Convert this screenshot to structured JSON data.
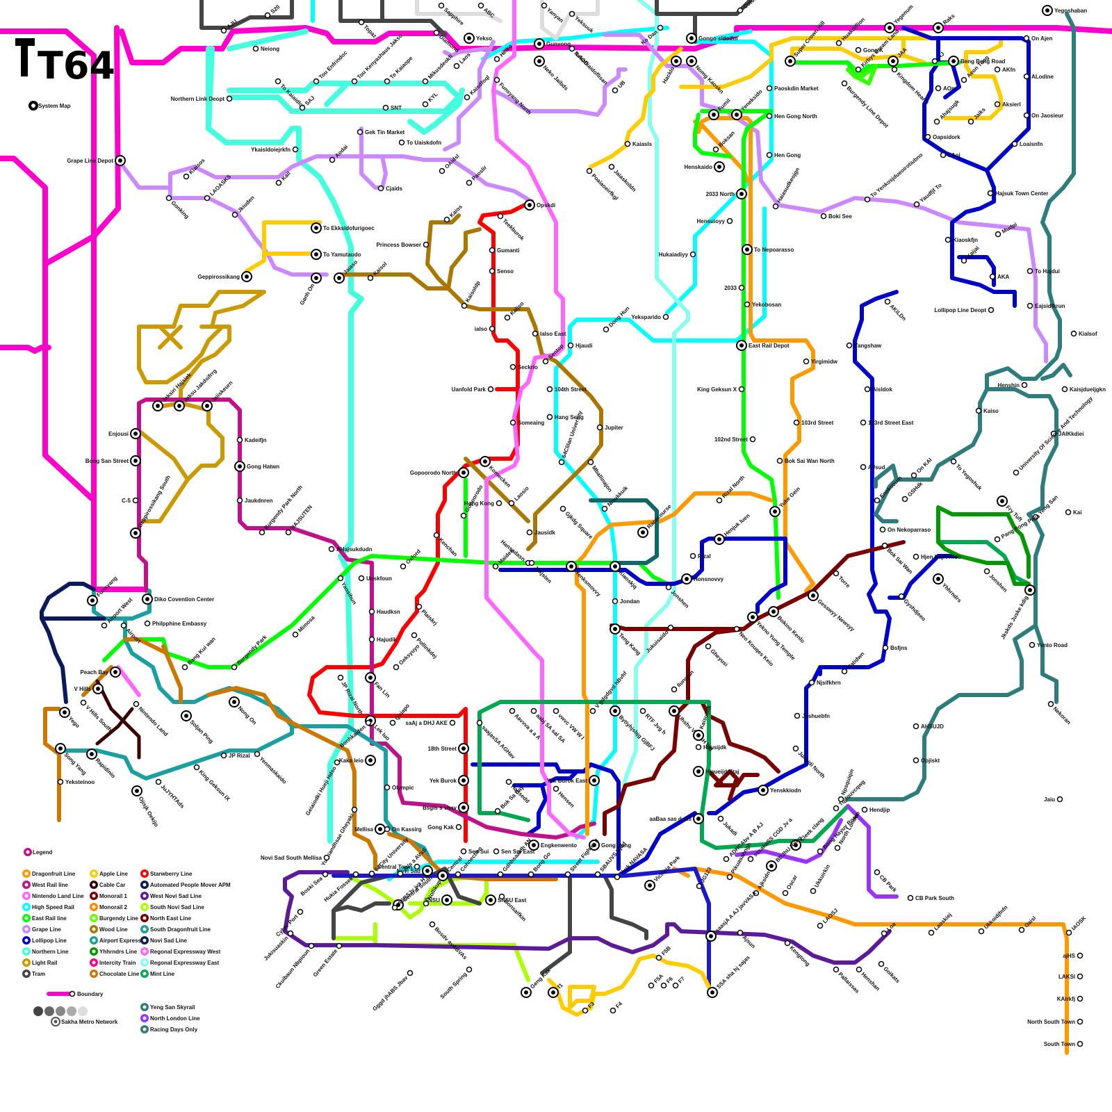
{
  "logo": {
    "text": "T64"
  },
  "system_map_link": "System Map",
  "colors": {
    "boundary": "#ff00cc",
    "high_speed": "#00ffff",
    "east_rail": "#00ff00",
    "strawberry": "#ff0000",
    "grape": "#cc88ff",
    "dragonfruit": "#ff9900",
    "wood": "#aa7700",
    "west_rail": "#c0108a",
    "lollipop": "#0000cc",
    "yeng_san": "#2e7d7d",
    "mint": "#00a84f",
    "north_london": "#5c1a99",
    "north_east": "#7a0000",
    "apple": "#ffcc00",
    "light_rail": "#cc9900",
    "nintendo": "#ff66ff",
    "airport": "#1aa0a0",
    "regional_east": "#88ffee",
    "tram": "#444444",
    "burgendy": "#aaff00",
    "northern": "#44ffdd",
    "apm": "#0a1a5c"
  },
  "stations": [
    {
      "name": "AJU"
    },
    {
      "name": "S20"
    },
    {
      "name": "Topaz"
    },
    {
      "name": "Sapphire"
    },
    {
      "name": "ABC"
    },
    {
      "name": "Diamond"
    },
    {
      "name": "Yekso"
    },
    {
      "name": "Yanyan"
    },
    {
      "name": "Yeksuuk"
    },
    {
      "name": "Ko Dan"
    },
    {
      "name": "Gongo sldoifm"
    },
    {
      "name": "Cotokaido"
    },
    {
      "name": "Yegenum"
    },
    {
      "name": "Raks"
    },
    {
      "name": "Yegoshaban"
    },
    {
      "name": "Neiong"
    },
    {
      "name": "Tou Enfrindoc"
    },
    {
      "name": "Tou Kenyashaus Jakso"
    },
    {
      "name": "To Kaiaope"
    },
    {
      "name": "Mikusdeokfi"
    },
    {
      "name": "Laos"
    },
    {
      "name": "Heiko"
    },
    {
      "name": "Gunyong"
    },
    {
      "name": "Neko Jaibds"
    },
    {
      "name": "ILAOD"
    },
    {
      "name": "Hacklo"
    },
    {
      "name": "Nomg Kaoskn"
    },
    {
      "name": "Super Crown Hill"
    },
    {
      "name": "Huakdiflion"
    },
    {
      "name": "Gong K"
    },
    {
      "name": "JAA"
    },
    {
      "name": "AJ"
    },
    {
      "name": "Beng Beng Road"
    },
    {
      "name": "On Ajen"
    },
    {
      "name": "Northern Link Deopt"
    },
    {
      "name": "To Kaiaidloi"
    },
    {
      "name": "SAJ"
    },
    {
      "name": "SNT"
    },
    {
      "name": "KYL"
    },
    {
      "name": "Kaisdfoql"
    },
    {
      "name": "Funsyang North"
    },
    {
      "name": "Nekofliaidoflisan"
    },
    {
      "name": "UB"
    },
    {
      "name": "Paoskdin Market"
    },
    {
      "name": "Kingdom Hearts"
    },
    {
      "name": "AOp"
    },
    {
      "name": "Aeon Tong"
    },
    {
      "name": "AKfn"
    },
    {
      "name": "ALodine"
    },
    {
      "name": "Gek Tin Market"
    },
    {
      "name": "To Uaiskdofn"
    },
    {
      "name": "Ykaisldoiejrkfn"
    },
    {
      "name": "Aodai"
    },
    {
      "name": "Fumil"
    },
    {
      "name": "Yeneksido"
    },
    {
      "name": "Hen Gong North"
    },
    {
      "name": "Burgendy Line Depot"
    },
    {
      "name": "Kirbys Dream Land"
    },
    {
      "name": "Ahajsugk"
    },
    {
      "name": "Jaiks"
    },
    {
      "name": "Aksierl"
    },
    {
      "name": "On Jaosieur"
    },
    {
      "name": "Grape Line Depot"
    },
    {
      "name": "Kiaisos"
    },
    {
      "name": "Kaiasls"
    },
    {
      "name": "Boksan"
    },
    {
      "name": "Oapsidork"
    },
    {
      "name": "Loaisnfn"
    },
    {
      "name": "Cjaids"
    },
    {
      "name": "OAidsl"
    },
    {
      "name": "Paoslir"
    },
    {
      "name": "Henskaido"
    },
    {
      "name": "Hen Gong"
    },
    {
      "name": "LAoi"
    },
    {
      "name": "Gonking"
    },
    {
      "name": "LAOASKS"
    },
    {
      "name": "Kail"
    },
    {
      "name": "Jaiaskoldn"
    },
    {
      "name": "Poaiaoeirfkgl"
    },
    {
      "name": "2033 North"
    },
    {
      "name": "To Yenkosjdueoirotiubno"
    },
    {
      "name": "Yaudfjf To"
    },
    {
      "name": "Hajsuk Town Center"
    },
    {
      "name": "Jkiuden"
    },
    {
      "name": "Opskdi"
    },
    {
      "name": "To Ekksidofurigoec"
    },
    {
      "name": "Kaios"
    },
    {
      "name": "Teekburok"
    },
    {
      "name": "Hensuioyy"
    },
    {
      "name": "Haiasudkeojgn"
    },
    {
      "name": "Boki See"
    },
    {
      "name": "Kiaoskfjn"
    },
    {
      "name": "Mudpi"
    },
    {
      "name": "Princess Bowser"
    },
    {
      "name": "Gumanti"
    },
    {
      "name": "To Yamutaudo"
    },
    {
      "name": "To Nepoarasso"
    },
    {
      "name": "Kaijai"
    },
    {
      "name": "Geppirossikang"
    },
    {
      "name": "Jaiaso"
    },
    {
      "name": "Kaisol"
    },
    {
      "name": "Senso"
    },
    {
      "name": "Hukaiadiyy"
    },
    {
      "name": "AKA"
    },
    {
      "name": "To Hajdui"
    },
    {
      "name": "Ganh On"
    },
    {
      "name": "2033"
    },
    {
      "name": "Kaisoldp"
    },
    {
      "name": "Kaljso"
    },
    {
      "name": "Yeksparido"
    },
    {
      "name": "Dong Hun"
    },
    {
      "name": "Yekobosan"
    },
    {
      "name": "AKiLDn"
    },
    {
      "name": "Lollipop Line Deopt"
    },
    {
      "name": "Eajsidfkrun"
    },
    {
      "name": "ialso"
    },
    {
      "name": "Ialso East"
    },
    {
      "name": "Hjaudi"
    },
    {
      "name": "East Rail Depot"
    },
    {
      "name": "Yangshaw"
    },
    {
      "name": "Kialsof"
    },
    {
      "name": "Sentop"
    },
    {
      "name": "Seckrio"
    },
    {
      "name": "Yirgimidw"
    },
    {
      "name": "Uanfold Park"
    },
    {
      "name": "104th Street"
    },
    {
      "name": "King Geksun X"
    },
    {
      "name": "Aisldok"
    },
    {
      "name": "Henshin"
    },
    {
      "name": "Kaisjdueijgkn"
    },
    {
      "name": "Jaksiri Hajsiek"
    },
    {
      "name": "Jaksu Jakdsifrrg"
    },
    {
      "name": "Jaiiskeurn"
    },
    {
      "name": "Hang Seng"
    },
    {
      "name": "Kaiso"
    },
    {
      "name": "Enjousi"
    },
    {
      "name": "Someaing"
    },
    {
      "name": "103rd Street"
    },
    {
      "name": "Jupiter"
    },
    {
      "name": "103rd Street East"
    },
    {
      "name": "JAIKkdiei"
    },
    {
      "name": "Kadeifjn"
    },
    {
      "name": "102nd Street"
    },
    {
      "name": "To Yegoshuk"
    },
    {
      "name": "University Of Science And Technology"
    },
    {
      "name": "Bong San Street"
    },
    {
      "name": "Gong Hatwn"
    },
    {
      "name": "Gopoorodo North"
    },
    {
      "name": "Komecken"
    },
    {
      "name": "64Clilan University"
    },
    {
      "name": "Bok Sai Wan North"
    },
    {
      "name": "On KAI"
    },
    {
      "name": "AJsud"
    },
    {
      "name": "Mballinajon"
    },
    {
      "name": "Rizal North"
    },
    {
      "name": "Enskooum"
    },
    {
      "name": "C-5"
    },
    {
      "name": "Gopoorodo"
    },
    {
      "name": "Geppirossikang South"
    },
    {
      "name": "Jaukdnren"
    },
    {
      "name": "Burgendy Park North"
    },
    {
      "name": "HAJSUTEN"
    },
    {
      "name": "Laosio"
    },
    {
      "name": "Hong Kong"
    },
    {
      "name": "Nisukkuik"
    },
    {
      "name": "Racecourse"
    },
    {
      "name": "Yuke Gein"
    },
    {
      "name": "GSHdk"
    },
    {
      "name": "Fry Tuft"
    },
    {
      "name": "Yeng San"
    },
    {
      "name": "Kai"
    },
    {
      "name": "Gjkdg Square"
    },
    {
      "name": "Jausidk"
    },
    {
      "name": "Yenksmovvy"
    },
    {
      "name": "Henjuk luen"
    },
    {
      "name": "On Nekoparraso"
    },
    {
      "name": "Hjen Hajrt Kldo"
    },
    {
      "name": "Pang Pong Pass"
    },
    {
      "name": "AHajsukdudn"
    },
    {
      "name": "Kenchan"
    },
    {
      "name": "Oxford"
    },
    {
      "name": "Maiden"
    },
    {
      "name": "Hansadasn"
    },
    {
      "name": "Jskjsten"
    },
    {
      "name": "Bok Sai Wan"
    },
    {
      "name": "Rizal"
    },
    {
      "name": "Unskfoun"
    },
    {
      "name": "Yaosihun"
    },
    {
      "name": "Kiaoskjq"
    },
    {
      "name": "Honsnovvy"
    },
    {
      "name": "Jonshen"
    },
    {
      "name": "Torre"
    },
    {
      "name": "Yhhrndrs"
    },
    {
      "name": "Jonshen"
    },
    {
      "name": "Diko Covention Center"
    },
    {
      "name": "Funsyang"
    },
    {
      "name": "Jondan"
    },
    {
      "name": "Gesswyy Newsyy"
    },
    {
      "name": "Bokino Kenlo"
    },
    {
      "name": "Gyshdjeeo"
    },
    {
      "name": "Haudksn"
    },
    {
      "name": "Plaiskrj"
    },
    {
      "name": "Philpphine Embassy"
    },
    {
      "name": "Airport West"
    },
    {
      "name": "Airport"
    },
    {
      "name": "Yekno Yung Temple"
    },
    {
      "name": "Neo Kouqes Keio"
    },
    {
      "name": "Jkskds Juske kdig"
    },
    {
      "name": "Teng Kang"
    },
    {
      "name": "Jukuisaido"
    },
    {
      "name": "Pollinkdej"
    },
    {
      "name": "Hajudik"
    },
    {
      "name": "Mimosa"
    },
    {
      "name": "Gheyusi"
    },
    {
      "name": "Bsfjns"
    },
    {
      "name": "Yento Road"
    },
    {
      "name": "Bang Kui wan"
    },
    {
      "name": "Burgendy Park"
    },
    {
      "name": "Hatidwn"
    },
    {
      "name": "Geksyuyo"
    },
    {
      "name": "Peach Bay"
    },
    {
      "name": "Fan Lin"
    },
    {
      "name": "JP Rizal North"
    },
    {
      "name": "Njsifkhrn"
    },
    {
      "name": "Ilungian"
    },
    {
      "name": "V Hills"
    },
    {
      "name": "Nekoran"
    },
    {
      "name": "Nintendo Land"
    },
    {
      "name": "V Hills South"
    },
    {
      "name": "Yego"
    },
    {
      "name": "Soljan Ping"
    },
    {
      "name": "Nong On"
    },
    {
      "name": "Lek Iuo"
    },
    {
      "name": "Quiapo"
    },
    {
      "name": "saAj a DHJ AKE"
    },
    {
      "name": "saajasSA AGHav"
    },
    {
      "name": "Aavvva a a A"
    },
    {
      "name": "aabj SA sal SA"
    },
    {
      "name": "vwvc VW W I"
    },
    {
      "name": "V gdgdgvd hBvhf"
    },
    {
      "name": "Bytiyhjsbjg GjBFJ"
    },
    {
      "name": "RTF Jvg h"
    },
    {
      "name": "Uhshv VBTBH hjg"
    },
    {
      "name": "Kaisuijdk"
    },
    {
      "name": "Hausijdk"
    },
    {
      "name": "Jkshuebfn"
    },
    {
      "name": "Bonhkaiden"
    },
    {
      "name": "AHSUJD"
    },
    {
      "name": "Song Yang"
    },
    {
      "name": "Rapidinio"
    },
    {
      "name": "18th Street"
    },
    {
      "name": "Yenmaskaido"
    },
    {
      "name": "Jukaidi North"
    },
    {
      "name": "Opjiskt"
    },
    {
      "name": "JP Rizal"
    },
    {
      "name": "Kaka Ieio"
    },
    {
      "name": "Hjaueijd Ktaj"
    },
    {
      "name": "Yeksteinoo"
    },
    {
      "name": "King Geksun IX"
    },
    {
      "name": "Geiaiodki Hueji Hdso"
    },
    {
      "name": "Olympic"
    },
    {
      "name": "Yek Burok"
    },
    {
      "name": "Hansedd"
    },
    {
      "name": "Yek Burok East"
    },
    {
      "name": "Yenskkiodn"
    },
    {
      "name": "Jaiu"
    },
    {
      "name": "Ojisjk Oekijo"
    },
    {
      "name": "JuJYHTAds"
    },
    {
      "name": "Hensen"
    },
    {
      "name": "Npsquiqin"
    },
    {
      "name": "Tqjfquvcqwg"
    },
    {
      "name": "Bsgis s vhav"
    },
    {
      "name": "Bok Sa Bay"
    },
    {
      "name": "aaBaa sas d dfs"
    },
    {
      "name": "Jukadi"
    },
    {
      "name": "Hendjip"
    },
    {
      "name": "Yurkiandhsae Gheyaki"
    },
    {
      "name": "Mellisa"
    },
    {
      "name": "On Kassirg"
    },
    {
      "name": "Gong Kak"
    },
    {
      "name": "Engkenwento"
    },
    {
      "name": "Cleek clang"
    },
    {
      "name": "Bong Hayuy Road"
    },
    {
      "name": "North London"
    },
    {
      "name": "Novi Sad South Mellisa"
    },
    {
      "name": "Sen Sui"
    },
    {
      "name": "Sen Sui East"
    },
    {
      "name": "Gong Hang"
    },
    {
      "name": "Yurk NAVASA"
    },
    {
      "name": "Victoria Park"
    },
    {
      "name": "ADHCAbv A B AJ"
    },
    {
      "name": "sssakaSS CGD Jv a"
    },
    {
      "name": "BDJhU Rong"
    },
    {
      "name": "CB Park"
    },
    {
      "name": "CB Park South"
    },
    {
      "name": "Novi Sad"
    },
    {
      "name": "Central"
    },
    {
      "name": "Central Town"
    },
    {
      "name": "AVs a AVsS"
    },
    {
      "name": "64City University"
    },
    {
      "name": "Cohnection"
    },
    {
      "name": "Hukia Fossek"
    },
    {
      "name": "Boski Sea"
    },
    {
      "name": "Gdhbsaaklh AN"
    },
    {
      "name": "Bong Go"
    },
    {
      "name": "Street Fighter II"
    },
    {
      "name": "SBAUVS Hjdd"
    },
    {
      "name": "JG123"
    },
    {
      "name": "Pikuasahngh"
    },
    {
      "name": "Ajksidn"
    },
    {
      "name": "Oscar"
    },
    {
      "name": "Ukkuirkin"
    },
    {
      "name": "Central South"
    },
    {
      "name": "SNSU"
    },
    {
      "name": "SNSU East"
    },
    {
      "name": "Bonsaifkin"
    },
    {
      "name": "Nollikup"
    },
    {
      "name": "Cyber Port"
    },
    {
      "name": "Jukisuaskin"
    },
    {
      "name": "ASBSJv jva H a"
    },
    {
      "name": "Bosdv avABVAs"
    },
    {
      "name": "saasjA A AJ javVASA"
    },
    {
      "name": "Ajsun"
    },
    {
      "name": "Kengtong"
    },
    {
      "name": "LAOSJ"
    },
    {
      "name": "Loa"
    },
    {
      "name": "Laoskiej"
    },
    {
      "name": "Ukkoidjfnfn"
    },
    {
      "name": "Oaisl"
    },
    {
      "name": "IAOSK"
    },
    {
      "name": "Ckuibaun Nbpioun"
    },
    {
      "name": "Green Estate"
    },
    {
      "name": "Gggd jhABS Jbav"
    },
    {
      "name": "South Spring"
    },
    {
      "name": "Geng Kak"
    },
    {
      "name": "f1"
    },
    {
      "name": "SSA sha hj sajas"
    },
    {
      "name": "Pallaissas"
    },
    {
      "name": "Henshan"
    },
    {
      "name": "Goikats"
    },
    {
      "name": "ajHS"
    },
    {
      "name": "LAKSI"
    },
    {
      "name": "KAirkfj"
    },
    {
      "name": "F3"
    },
    {
      "name": "F4"
    },
    {
      "name": "F5A"
    },
    {
      "name": "F6"
    },
    {
      "name": "F7"
    },
    {
      "name": "F5B"
    },
    {
      "name": "North South Town"
    },
    {
      "name": "South Town"
    }
  ],
  "legend": {
    "title": "Legend",
    "items": [
      {
        "label": "Dragonfruit Line",
        "color": "#ff9900"
      },
      {
        "label": "West Rail line",
        "color": "#c0108a"
      },
      {
        "label": "Nintendo Land Line",
        "color": "#ff66ff"
      },
      {
        "label": "High Speed Rail",
        "color": "#00ffff"
      },
      {
        "label": "East Rail line",
        "color": "#00ff00"
      },
      {
        "label": "Grape Line",
        "color": "#cc88ff"
      },
      {
        "label": "Lollipop Line",
        "color": "#0000cc"
      },
      {
        "label": "Northern Line",
        "color": "#44ffdd"
      },
      {
        "label": "Light Rail",
        "color": "#cc9900"
      },
      {
        "label": "Tram",
        "color": "#444444"
      },
      {
        "label": "Apple Line",
        "color": "#ffcc00"
      },
      {
        "label": "Cable Car",
        "color": "#3a0000"
      },
      {
        "label": "Monorail 1",
        "color": "#7a0000"
      },
      {
        "label": "Monorail 2",
        "color": "#ff8800"
      },
      {
        "label": "Burgendy Line",
        "color": "#66ff00"
      },
      {
        "label": "Wood Line",
        "color": "#aa7700"
      },
      {
        "label": "Airport Express",
        "color": "#1aa0a0"
      },
      {
        "label": "Yhhrndrs Line",
        "color": "#009900"
      },
      {
        "label": "Intercity Train",
        "color": "#ff0088"
      },
      {
        "label": "Chocolate Line",
        "color": "#cc7700"
      },
      {
        "label": "Starwberry Line",
        "color": "#ff0000"
      },
      {
        "label": "Automated People Mover APM",
        "color": "#0a1a5c"
      },
      {
        "label": "West Novi Sad Line",
        "color": "#5c1a99"
      },
      {
        "label": "South Novi Sad Line",
        "color": "#aaff00"
      },
      {
        "label": "North East Line",
        "color": "#7a0000"
      },
      {
        "label": "South Dragonfruit Line",
        "color": "#1aa0a0"
      },
      {
        "label": "Novi Sad Line",
        "color": "#0a1a5c"
      },
      {
        "label": "Regonal Expressway West",
        "color": "#ff66ff"
      },
      {
        "label": "Regonal Expressway East",
        "color": "#88ffee"
      },
      {
        "label": "Mint Line",
        "color": "#00a84f"
      },
      {
        "label": "Yeng San Skyrail",
        "color": "#2e7d7d"
      },
      {
        "label": "North London Line",
        "color": "#9933ff"
      },
      {
        "label": "Racing Days Only",
        "color": "#2e7d7d"
      }
    ],
    "boundary_label": "Boundary",
    "metro_label": "Sakha Metro Network",
    "metro_swatches": [
      "#444444",
      "#666666",
      "#888888",
      "#aaaaaa",
      "#dddddd"
    ]
  }
}
